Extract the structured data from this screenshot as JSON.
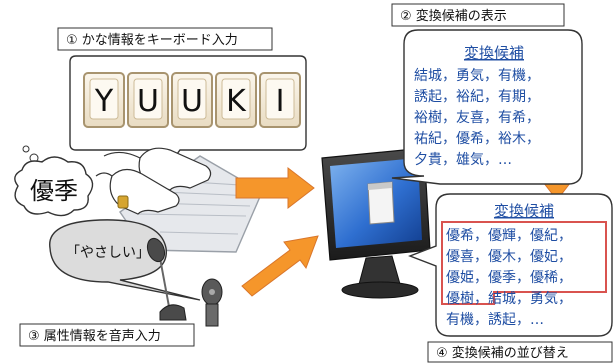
{
  "steps": {
    "step1": "① かな情報をキーボード入力",
    "step2": "② 変換候補の表示",
    "step3": "③ 属性情報を音声入力",
    "step4": "④ 変換候補の並び替え"
  },
  "keyboard_keys": [
    "Y",
    "U",
    "U",
    "K",
    "I"
  ],
  "thought_text": "優季",
  "speech_text": "「やさしい」",
  "candidates_before": {
    "title": "変換候補",
    "lines": [
      "結城，勇気，有機，",
      "誘起，裕紀，有期，",
      "裕樹，友喜，有希，",
      "祐紀，優希，裕木，",
      "夕貴，雄気，…"
    ]
  },
  "candidates_after": {
    "title": "変換候補",
    "lines": [
      "優希，優輝，優紀，",
      "優喜，優木，優妃，",
      "優姫，優季，優稀，",
      "優樹，結城，勇気，",
      "有機，誘起，…"
    ]
  },
  "colors": {
    "candidate_text": "#1f4ea3",
    "arrow_orange": "#f5962b",
    "highlight_red": "#d9534f",
    "key_face": "#f3e8d4",
    "key_border": "#b9a37e"
  }
}
